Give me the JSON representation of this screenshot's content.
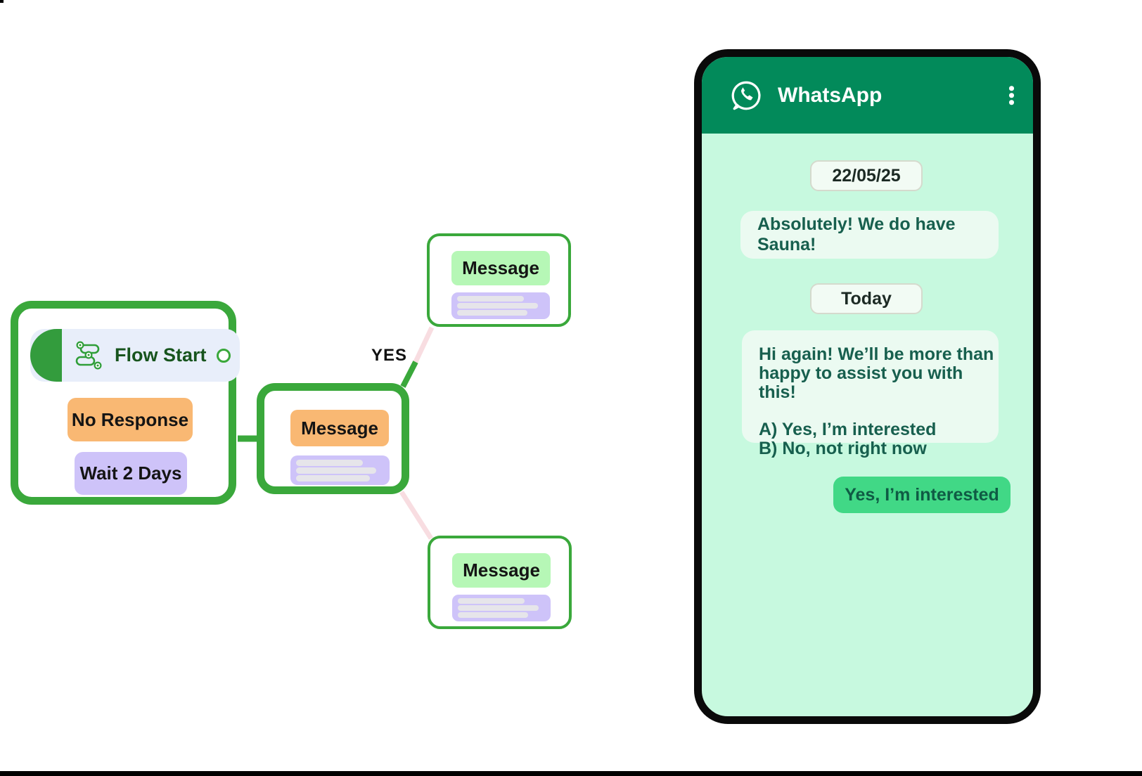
{
  "flow": {
    "start_node": {
      "title": "Flow Start",
      "no_response_label": "No Response",
      "wait_label": "Wait 2 Days"
    },
    "middle_node_label": "Message",
    "branch_yes_label": "YES",
    "top_node_label": "Message",
    "bottom_node_label": "Message"
  },
  "phone": {
    "app_name": "WhatsApp",
    "date_chip": "22/05/25",
    "today_chip": "Today",
    "messages": {
      "incoming1": "Absolutely! We do have Sauna!",
      "incoming2_line1": "Hi again! We’ll be more than",
      "incoming2_line2": "happy to assist you with this!",
      "incoming2_option_a": "A) Yes, I’m interested",
      "incoming2_option_b": "B) No, not right now",
      "outgoing": "Yes, I’m interested"
    }
  },
  "colors": {
    "node_border_green": "#3aa83b",
    "cap_green": "#339c3d",
    "orange": "#f9b873",
    "purple": "#cec3f9",
    "light_green_pill": "#b6f7b6",
    "header_green": "#028a5a",
    "chat_background": "#c7f9df",
    "incoming_bubble": "#ebfaf1",
    "outgoing_bubble": "#41d886",
    "message_text": "#175f4e",
    "pink_connector": "#f8dde1"
  }
}
